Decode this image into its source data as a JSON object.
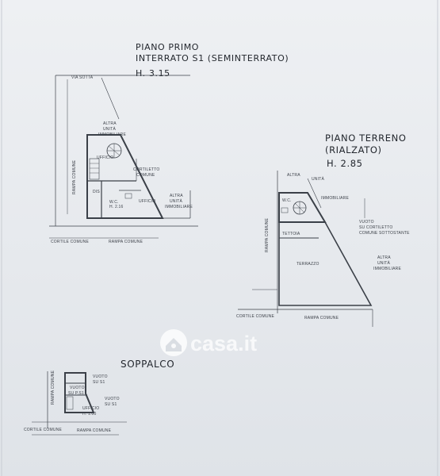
{
  "headings": {
    "first_floor": {
      "line1": "PIANO PRIMO",
      "line2": "INTERRATO S1 (SEMINTERRATO)",
      "height": "H. 3.15"
    },
    "ground_floor": {
      "line1": "PIANO TERRENO",
      "line2": "(RIALZATO)",
      "height": "H. 2.85"
    },
    "mezzanine": {
      "line1": "SOPPALCO"
    }
  },
  "labels_s1": {
    "via": "VIA SOTTA",
    "altra_unita_1": "ALTRA",
    "altra_unita_2": "UNITÀ",
    "altra_unita_3": "IMMOBILIARE",
    "ufficio_top": "UFFICIO",
    "cortiletto_1": "CORTILETTO",
    "cortiletto_2": "COMUNE",
    "dis": "DIS",
    "ufficio": "UFFICIO",
    "wc": "W.C.",
    "h216": "H. 2.16",
    "altra_right_1": "ALTRA",
    "altra_right_2": "UNITÀ",
    "altra_right_3": "IMMOBILIARE",
    "rampa_vertical": "RAMPA COMUNE",
    "cortile": "CORTILE COMUNE",
    "rampa": "RAMPA COMUNE"
  },
  "labels_pt": {
    "altra_1": "ALTRA",
    "altra_2": "UNITÀ",
    "altra_3": "IMMOBILIARE",
    "wc": "W.C.",
    "vuoto_1": "VUOTO",
    "vuoto_2": "SU CORTILETTO",
    "vuoto_3": "COMUNE SOTTOSTANTE",
    "tettoia": "TETTOIA",
    "terrazzo": "TERRAZZO",
    "altra_right_1": "ALTRA",
    "altra_right_2": "UNITÀ",
    "altra_right_3": "IMMOBILIARE",
    "rampa_vertical": "RAMPA COMUNE",
    "cortile": "CORTILE COMUNE",
    "rampa": "RAMPA COMUNE"
  },
  "labels_mz": {
    "vuoto_s1_1": "VUOTO",
    "vuoto_s1_2": "SU S1",
    "vuoto_pt_1": "VUOTO",
    "vuoto_pt_2": "SU P.S1",
    "vuoto_s1b_1": "VUOTO",
    "vuoto_s1b_2": "SU S1",
    "ufficio": "UFFICIO",
    "h100": "H. 1.00",
    "rampa_vertical": "RAMPA COMUNE",
    "cortile": "CORTILE COMUNE",
    "rampa": "RAMPA COMUNE"
  },
  "watermark": {
    "text": "casa.it"
  }
}
